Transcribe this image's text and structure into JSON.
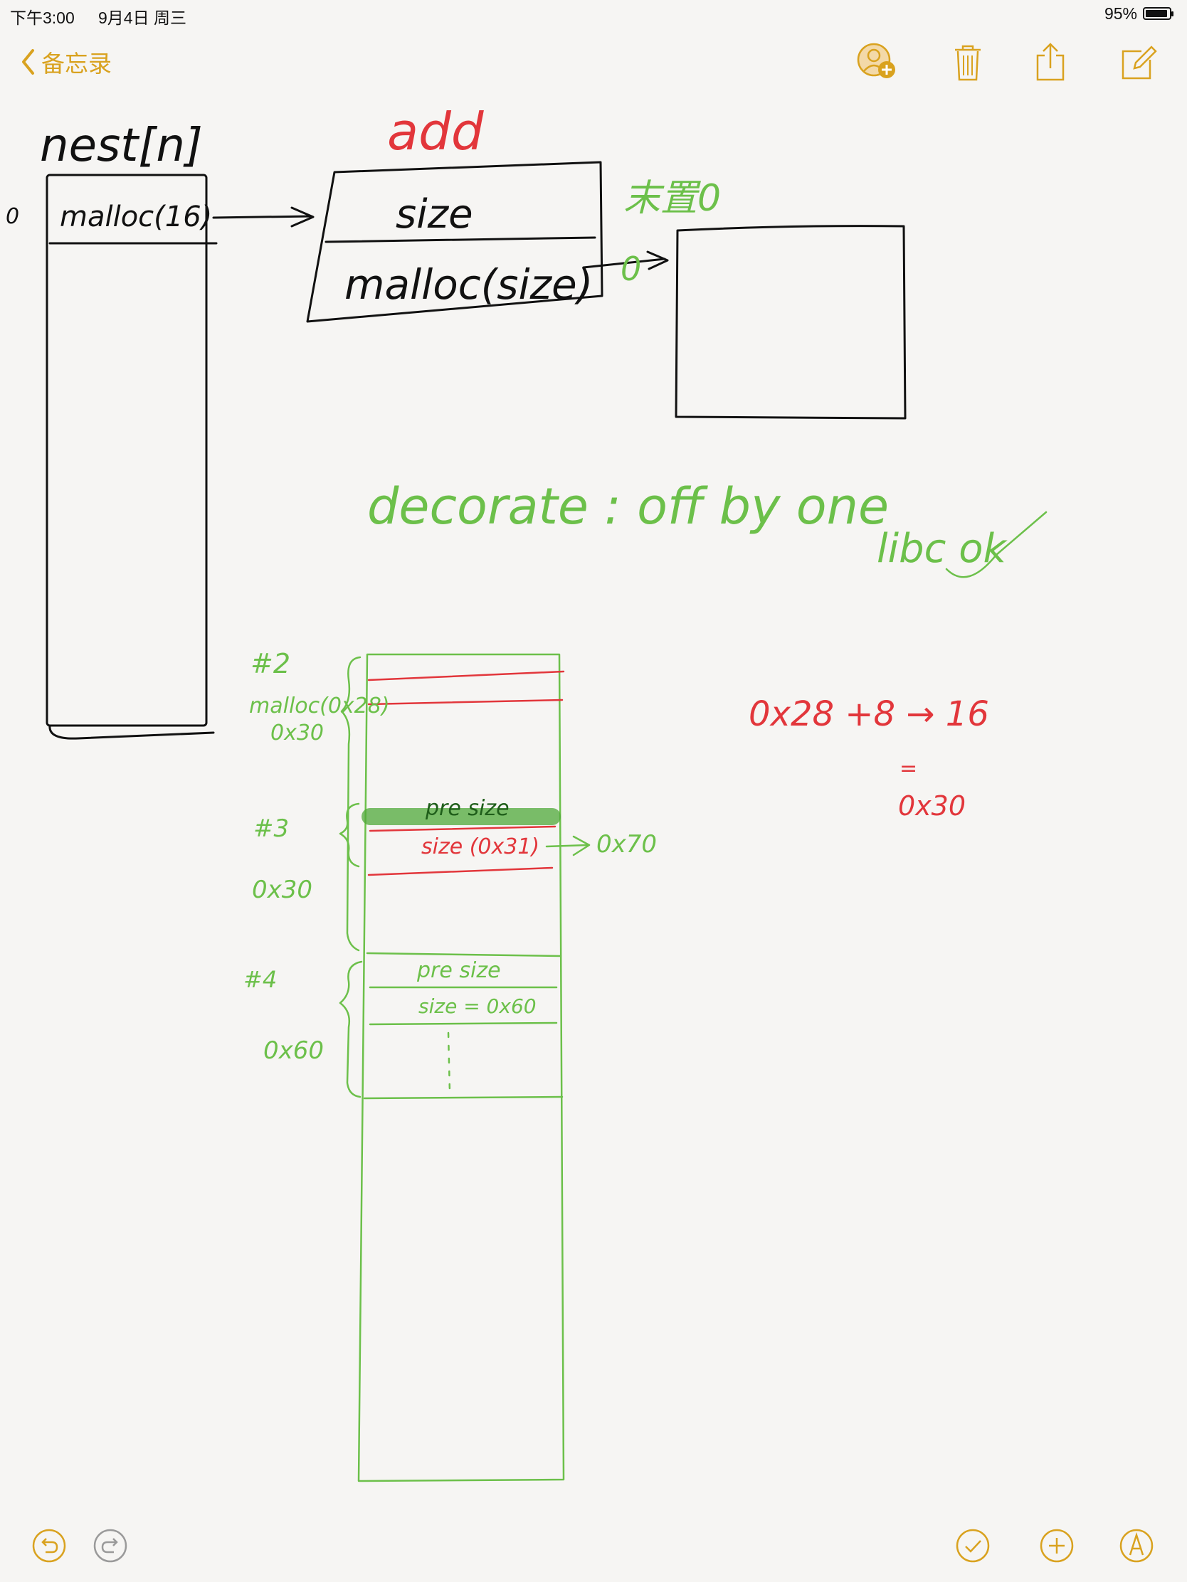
{
  "status": {
    "time": "下午3:00",
    "date": "9月4日 周三",
    "battery_text": "95%",
    "battery_level": 0.95
  },
  "nav": {
    "back_label": "备忘录",
    "accent_color": "#d9a21f",
    "icons": [
      "add-person-icon",
      "trash-icon",
      "share-icon",
      "compose-icon"
    ]
  },
  "sketch": {
    "ink_colors": {
      "black": "#111111",
      "red": "#e2363b",
      "green": "#6cc04a"
    },
    "notes": {
      "array_title": "nest[n]",
      "index_zero": "0",
      "array_slot": "malloc(16)",
      "add_label": "add",
      "struct_size": "size",
      "struct_malloc": "malloc(size)",
      "zeroed_note": "末置0",
      "zero_mark": "0",
      "decorate_note": "decorate : off by one",
      "libc_note": "libc  ok",
      "chunk2_label": "#2",
      "chunk2_malloc": "malloc(0x28)",
      "chunk2_size": "0x30",
      "chunk3_label": "#3",
      "chunk3_size": "0x30",
      "chunk3_prev": "pre size",
      "chunk3_sz": "size (0x31)",
      "overflow_to": "0x70",
      "chunk4_label": "#4",
      "chunk4_size": "0x60",
      "chunk4_prev": "pre size",
      "chunk4_sz": "size = 0x60",
      "calc_expr": "0x28 +8 → 16",
      "calc_eq": "=",
      "calc_result": "0x30"
    }
  },
  "bottom": {
    "icons": [
      "undo-icon",
      "redo-icon",
      "checkmark-icon",
      "add-icon",
      "markup-pen-icon"
    ]
  }
}
